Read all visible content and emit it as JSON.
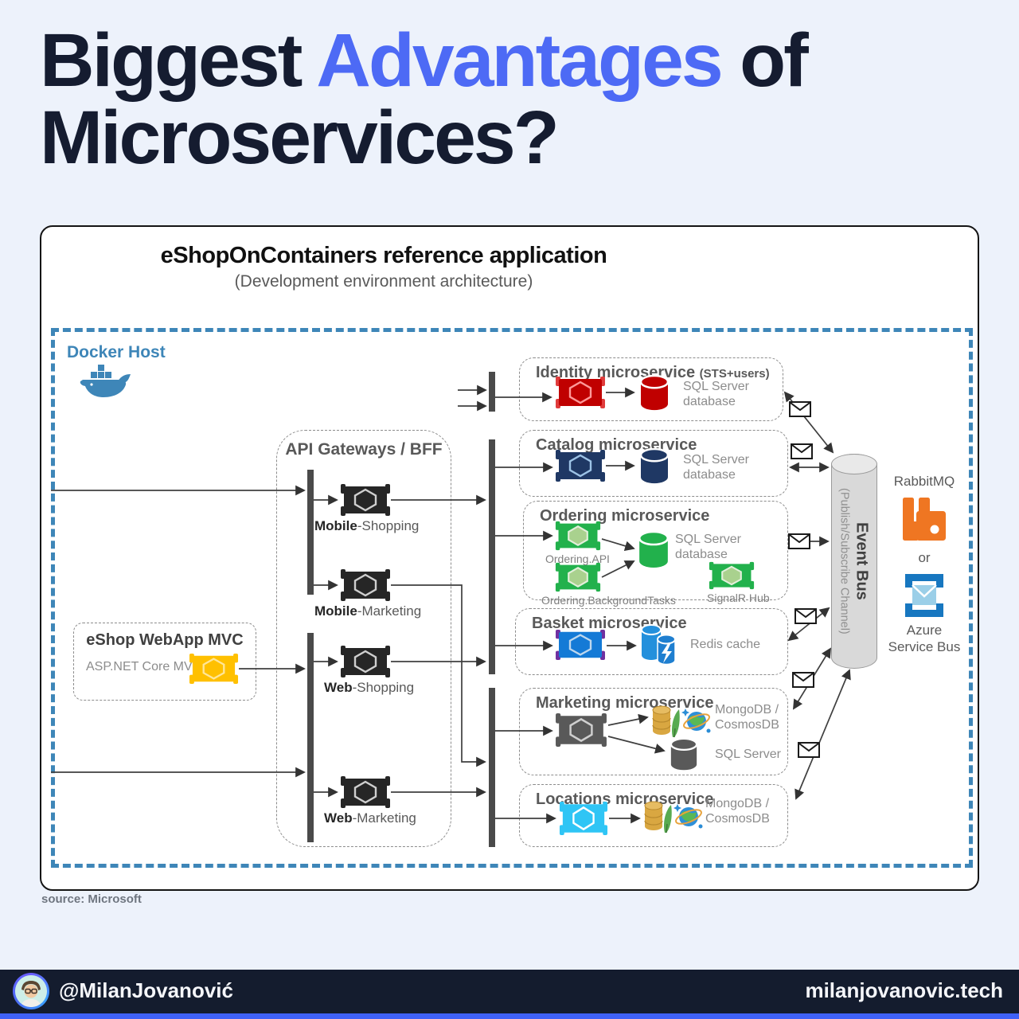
{
  "page": {
    "title_pre": "Biggest ",
    "title_accent": "Advantages",
    "title_post": " of",
    "title_line2": "Microservices?",
    "source": "source: Microsoft"
  },
  "diagram": {
    "title": "eShopOnContainers reference application",
    "subtitle": "(Development environment architecture)",
    "docker_host": "Docker Host",
    "api_gateways_label": "API Gateways / BFF"
  },
  "gateways": {
    "mobile_shopping": {
      "bold": "Mobile",
      "rest": "-Shopping"
    },
    "mobile_marketing": {
      "bold": "Mobile",
      "rest": "-Marketing"
    },
    "web_shopping": {
      "bold": "Web",
      "rest": "-Shopping"
    },
    "web_marketing": {
      "bold": "Web",
      "rest": "-Marketing"
    }
  },
  "webapp": {
    "title": "eShop WebApp MVC",
    "tech": "ASP.NET Core MVC"
  },
  "services": {
    "identity": {
      "title": "Identity microservice",
      "suffix": "(STS+users)",
      "db": "SQL Server\ndatabase"
    },
    "catalog": {
      "title": "Catalog microservice",
      "db": "SQL Server\ndatabase"
    },
    "ordering": {
      "title": "Ordering microservice",
      "api": "Ordering.API",
      "background": "Ordering.BackgroundTasks",
      "signalr": "SignalR Hub",
      "db": "SQL Server\ndatabase"
    },
    "basket": {
      "title": "Basket microservice",
      "db": "Redis cache"
    },
    "marketing": {
      "title": "Marketing microservice",
      "db1": "MongoDB /\nCosmosDB",
      "db2": "SQL Server"
    },
    "locations": {
      "title": "Locations microservice",
      "db": "MongoDB /\nCosmosDB"
    }
  },
  "event_bus": {
    "title": "Event Bus",
    "subtitle": "(Publish/Subscribe Channel)"
  },
  "brokers": {
    "rabbitmq": "RabbitMQ",
    "or_label": "or",
    "azure": "Azure\nService Bus"
  },
  "footer": {
    "handle": "@MilanJovanović",
    "site": "milanjovanovic.tech"
  },
  "colors": {
    "accent": "#4d6af5",
    "docker_blue": "#3e86b8",
    "identity_red": "#c00000",
    "catalog_navy": "#1f3864",
    "ordering_green": "#22b14c",
    "basket_blue": "#147ad6",
    "marketing_gray": "#595959",
    "locations_cyan": "#2fc5f5",
    "webapp_yellow": "#ffc000",
    "rabbitmq_orange": "#ef7622",
    "azure_blue": "#1777c0",
    "footer_navy": "#141c2e"
  }
}
